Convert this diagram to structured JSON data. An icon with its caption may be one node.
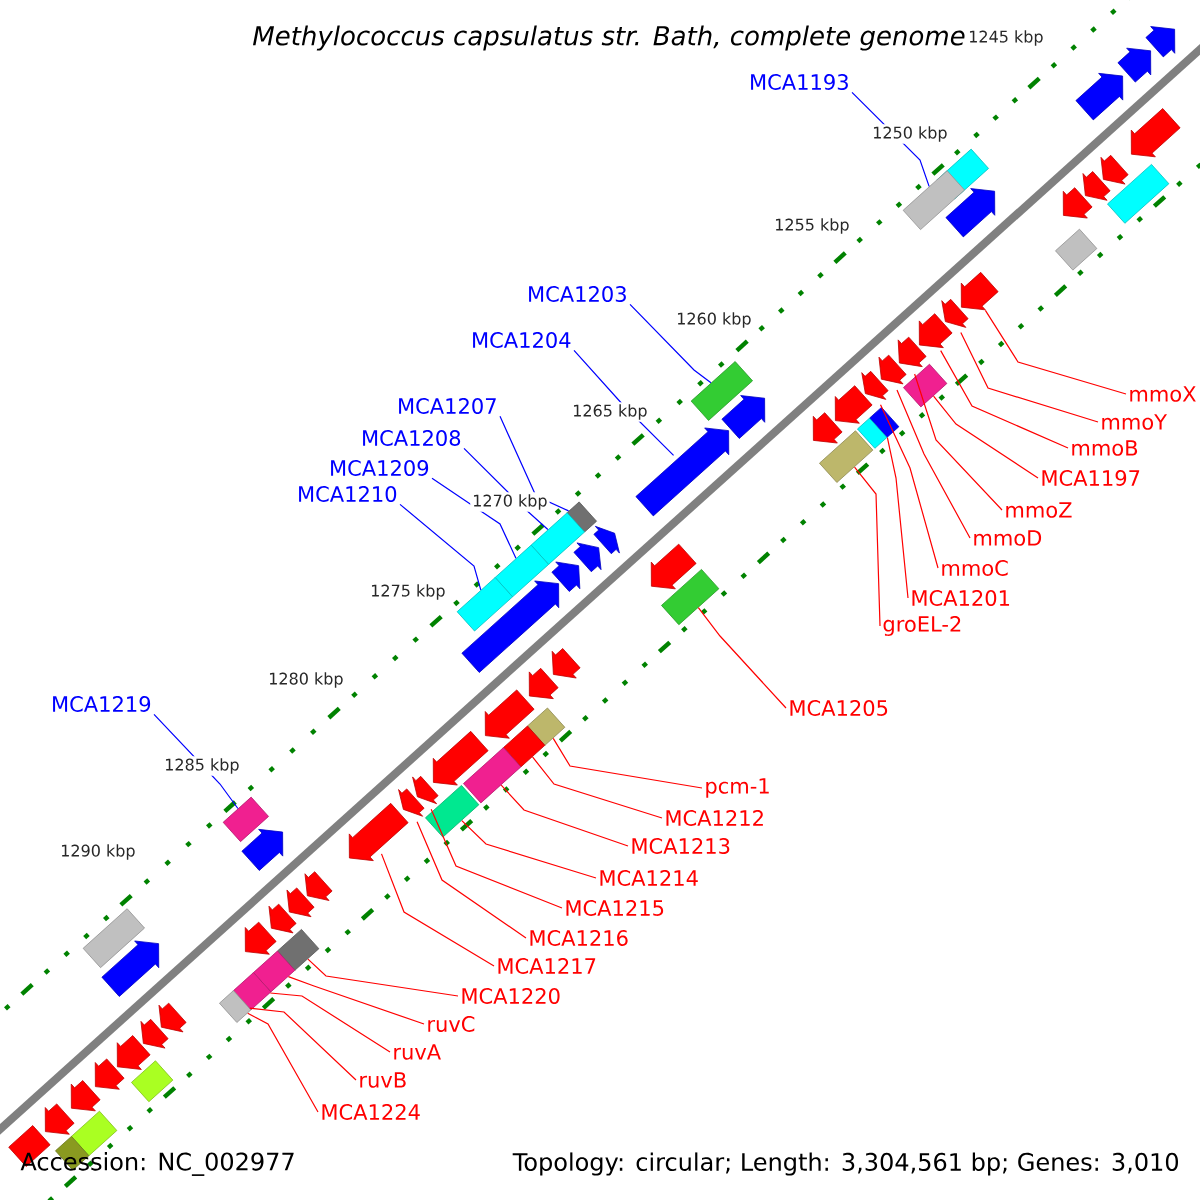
{
  "diagram": {
    "title": "Methylococcus capsulatus str. Bath, complete genome",
    "nodes": [
      {
        "text": [
          "MCA1193"
        ]
      },
      {
        "text": [
          "MCA1203"
        ]
      },
      {
        "text": [
          "MCA1204"
        ]
      },
      {
        "text": [
          "mmoX"
        ]
      },
      {
        "text": [
          "MCA1207"
        ]
      },
      {
        "text": [
          "mmoY"
        ]
      },
      {
        "text": [
          "MCA1208"
        ]
      },
      {
        "text": [
          "mmoB"
        ]
      },
      {
        "text": [
          "MCA1209"
        ]
      },
      {
        "text": [
          "MCA1197"
        ]
      },
      {
        "text": [
          "MCA1210"
        ]
      },
      {
        "text": [
          "mmoZ"
        ]
      },
      {
        "text": [
          "mmoD"
        ]
      },
      {
        "text": [
          "mmoC"
        ]
      },
      {
        "text": [
          "MCA1201"
        ]
      },
      {
        "text": [
          "groEL-2"
        ]
      },
      {
        "text": [
          "MCA1219"
        ]
      },
      {
        "text": [
          "MCA1205"
        ]
      },
      {
        "text": [
          "pcm-1"
        ]
      },
      {
        "text": [
          "MCA1212"
        ]
      },
      {
        "text": [
          "MCA1213"
        ]
      },
      {
        "text": [
          "MCA1214"
        ]
      },
      {
        "text": [
          "MCA1215"
        ]
      },
      {
        "text": [
          "MCA1216"
        ]
      },
      {
        "text": [
          "MCA1217"
        ]
      },
      {
        "text": [
          "MCA1220"
        ]
      },
      {
        "text": [
          "ruvC"
        ]
      },
      {
        "text": [
          "ruvA"
        ]
      },
      {
        "text": [
          "ruvB"
        ]
      },
      {
        "text": [
          "MCA1224"
        ]
      },
      {
        "text": [],
        "shape": "bar"
      },
      {
        "text": [],
        "shape": "bar"
      },
      {
        "text": [],
        "shape": "bar"
      },
      {
        "text": [],
        "shape": "bar"
      },
      {
        "text": [],
        "shape": "bar"
      },
      {
        "text": [],
        "shape": "bar"
      },
      {
        "text": [],
        "shape": "bar"
      },
      {
        "text": [],
        "shape": "bar"
      },
      {
        "text": [],
        "shape": "bar"
      },
      {
        "text": [],
        "shape": "arrow"
      },
      {
        "text": [],
        "shape": "arrow"
      },
      {
        "text": [],
        "shape": "arrow"
      },
      {
        "text": [],
        "shape": "arrow"
      },
      {
        "text": [],
        "shape": "arrow"
      },
      {
        "text": [],
        "shape": "arrow"
      },
      {
        "text": [],
        "shape": "arrow"
      },
      {
        "text": [],
        "shape": "arrow"
      },
      {
        "text": [],
        "shape": "arrow"
      },
      {
        "text": [],
        "shape": "arrow"
      },
      {
        "text": [],
        "shape": "arrow"
      },
      {
        "text": [],
        "shape": "arrow"
      },
      {
        "text": [],
        "shape": "arrow"
      },
      {
        "text": [],
        "shape": "arrow"
      },
      {
        "text": [],
        "shape": "arrow"
      },
      {
        "text": [],
        "shape": "arrow"
      },
      {
        "text": [],
        "shape": "arrow"
      },
      {
        "text": [],
        "shape": "arrow"
      },
      {
        "text": [],
        "shape": "arrow"
      },
      {
        "text": [],
        "shape": "arrow"
      },
      {
        "text": [],
        "shape": "arrow"
      },
      {
        "text": [],
        "shape": "arrow"
      },
      {
        "text": [],
        "shape": "arrow"
      },
      {
        "text": [],
        "shape": "arrow"
      },
      {
        "text": [],
        "shape": "arrow"
      },
      {
        "text": [],
        "shape": "arrow"
      },
      {
        "text": [],
        "shape": "arrow"
      },
      {
        "text": [],
        "shape": "arrow"
      },
      {
        "text": [],
        "shape": "arrow"
      },
      {
        "text": [],
        "shape": "arrow"
      },
      {
        "text": [],
        "shape": "arrow"
      },
      {
        "text": [],
        "shape": "arrow"
      },
      {
        "text": [],
        "shape": "arrow"
      },
      {
        "text": [],
        "shape": "arrow"
      },
      {
        "text": [],
        "shape": "arrow"
      },
      {
        "text": [],
        "shape": "arrow"
      },
      {
        "text": [],
        "shape": "arrow"
      },
      {
        "text": [],
        "shape": "arrow"
      },
      {
        "text": [],
        "shape": "arrow"
      },
      {
        "text": [],
        "shape": "arrow"
      },
      {
        "text": [],
        "shape": "arrow"
      },
      {
        "text": [],
        "shape": "arrow"
      },
      {
        "text": [],
        "shape": "bar"
      },
      {
        "text": [],
        "shape": "bar"
      },
      {
        "text": [],
        "shape": "bar"
      },
      {
        "text": [],
        "shape": "bar"
      },
      {
        "text": [],
        "shape": "bar"
      },
      {
        "text": [],
        "shape": "bar"
      },
      {
        "text": [],
        "shape": "bar"
      },
      {
        "text": [],
        "shape": "bar"
      },
      {
        "text": [],
        "shape": "bar"
      },
      {
        "text": [],
        "shape": "bar"
      },
      {
        "text": [],
        "shape": "bar"
      },
      {
        "text": [],
        "shape": "bar"
      },
      {
        "text": [],
        "shape": "bar"
      },
      {
        "text": [],
        "shape": "bar"
      },
      {
        "text": [],
        "shape": "bar"
      },
      {
        "text": [],
        "shape": "bar"
      },
      {
        "text": [],
        "shape": "bar"
      },
      {
        "text": [],
        "shape": "bar"
      },
      {
        "text": [],
        "shape": "bar"
      }
    ],
    "edges": [
      {
        "from": 0,
        "to": 31,
        "arrow": "none",
        "color": "#0000ff"
      },
      {
        "from": 1,
        "to": 32,
        "arrow": "none",
        "color": "#0000ff"
      },
      {
        "from": 2,
        "to": 44,
        "arrow": "none",
        "color": "#0000ff"
      },
      {
        "from": 3,
        "to": 55,
        "arrow": "none"
      },
      {
        "from": 4,
        "to": 33,
        "arrow": "none",
        "color": "#0000ff"
      },
      {
        "from": 5,
        "to": 56,
        "arrow": "none"
      },
      {
        "from": 6,
        "to": 34,
        "arrow": "none",
        "color": "#0000ff"
      },
      {
        "from": 7,
        "to": 57,
        "arrow": "none"
      },
      {
        "from": 8,
        "to": 35,
        "arrow": "none",
        "color": "#0000ff"
      },
      {
        "from": 9,
        "to": 84,
        "arrow": "none"
      },
      {
        "from": 10,
        "to": 36,
        "arrow": "none",
        "color": "#0000ff"
      },
      {
        "from": 11,
        "to": 58,
        "arrow": "none"
      },
      {
        "from": 12,
        "to": 59,
        "arrow": "none"
      },
      {
        "from": 13,
        "to": 60,
        "arrow": "none"
      },
      {
        "from": 14,
        "to": 85,
        "arrow": "none"
      },
      {
        "from": 15,
        "to": 87,
        "arrow": "none"
      },
      {
        "from": 16,
        "to": 37,
        "arrow": "none",
        "color": "#0000ff"
      },
      {
        "from": 17,
        "to": 88,
        "arrow": "none"
      },
      {
        "from": 18,
        "to": 89,
        "arrow": "none"
      },
      {
        "from": 19,
        "to": 90,
        "arrow": "none"
      },
      {
        "from": 20,
        "to": 91,
        "arrow": "none"
      },
      {
        "from": 21,
        "to": 92,
        "arrow": "none"
      },
      {
        "from": 22,
        "to": 68,
        "arrow": "none"
      },
      {
        "from": 23,
        "to": 69,
        "arrow": "none"
      },
      {
        "from": 24,
        "to": 70,
        "arrow": "none"
      },
      {
        "from": 25,
        "to": 93,
        "arrow": "none"
      },
      {
        "from": 26,
        "to": 94,
        "arrow": "none"
      },
      {
        "from": 27,
        "to": 95,
        "arrow": "none"
      },
      {
        "from": 28,
        "to": 96,
        "arrow": "none"
      },
      {
        "from": 29,
        "to": 96,
        "arrow": "none"
      }
    ],
    "labels": [
      "1245 kbp",
      "1250 kbp",
      "1255 kbp",
      "1260 kbp",
      "1265 kbp",
      "1270 kbp",
      "1275 kbp",
      "1280 kbp",
      "1285 kbp",
      "1290 kbp",
      "Accession: NC_002977",
      "Topology: circular; Length: 3,304,561 bp; Genes: 3,010"
    ]
  }
}
